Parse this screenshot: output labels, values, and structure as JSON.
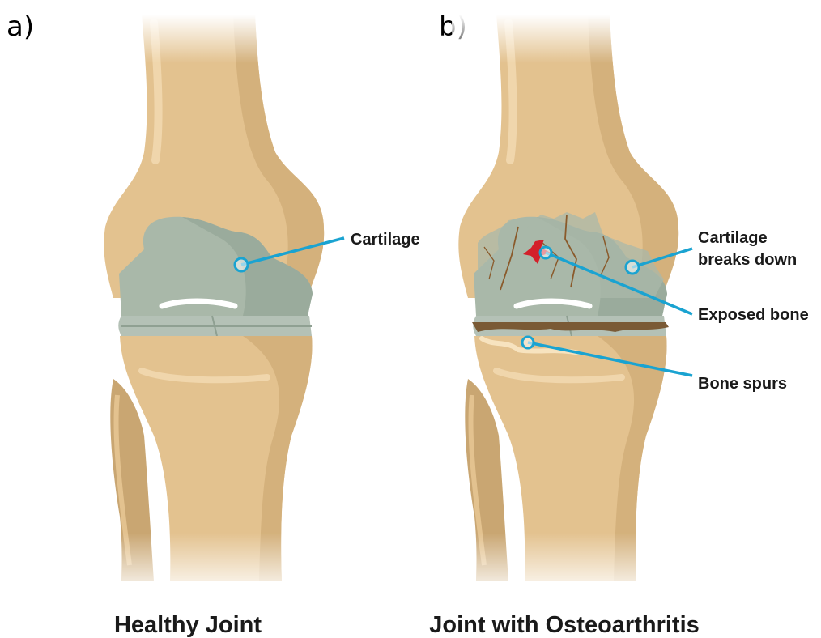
{
  "panels": {
    "a": {
      "letter": "a)",
      "caption": "Healthy Joint",
      "labels": {
        "cartilage": "Cartilage"
      }
    },
    "b": {
      "letter": "b)",
      "caption": "Joint with Osteoarthritis",
      "labels": {
        "cartilage_line1": "Cartilage",
        "cartilage_line2": "breaks down",
        "exposed_bone": "Exposed bone",
        "bone_spurs": "Bone spurs"
      }
    }
  },
  "colors": {
    "bone": "#e3c28f",
    "bone_shadow": "#c9a672",
    "bone_highlight": "#f0d6ac",
    "cartilage": "#a9b8a9",
    "cartilage_dark": "#8fa092",
    "meniscus": "#b4c1b6",
    "leader": "#1aa3d1",
    "exposed_bone": "#d3202a",
    "crack": "#8a5a2b"
  }
}
